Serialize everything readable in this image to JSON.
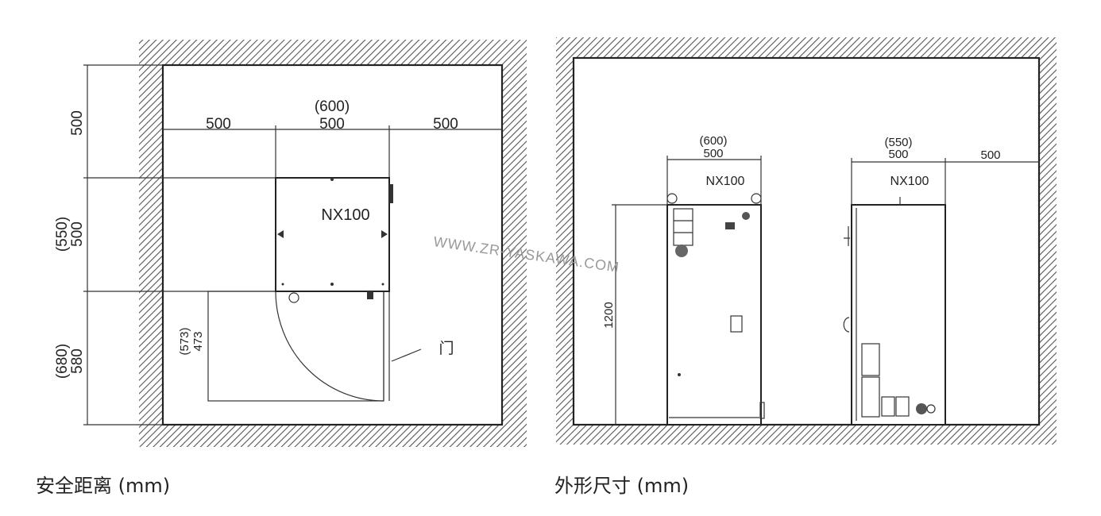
{
  "left_diagram": {
    "caption": "安全距离 (mm)",
    "model": "NX100",
    "dims": {
      "top_clearance": "500",
      "left_clearance": "500",
      "width_outer": "(600)",
      "width": "500",
      "right_clearance": "500",
      "depth_outer": "(550)",
      "depth": "500",
      "front_outer": "(680)",
      "front": "580",
      "door_outer": "(573)",
      "door": "473"
    },
    "door_label": "门"
  },
  "right_diagram": {
    "caption": "外形尺寸 (mm)",
    "front_view": {
      "model": "NX100",
      "width_outer": "(600)",
      "width": "500",
      "height": "1200"
    },
    "side_view": {
      "model": "NX100",
      "depth_outer": "(550)",
      "depth": "500",
      "rear_clearance": "500"
    }
  },
  "watermark": "WWW.ZR-YASKAWA.COM"
}
